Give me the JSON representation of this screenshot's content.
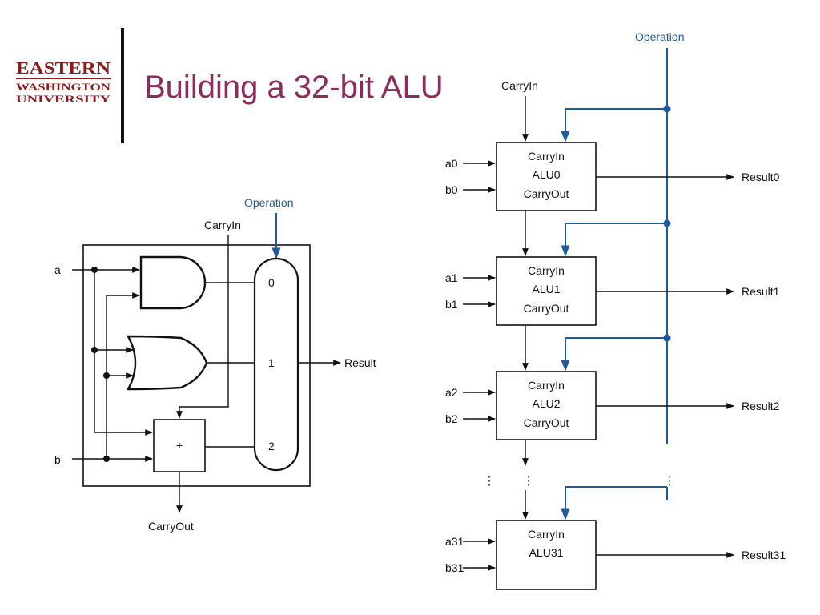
{
  "logo": {
    "line1": "EASTERN",
    "line2": "WASHINGTON",
    "line3": "UNIVERSITY"
  },
  "slide_title": "Building a 32-bit ALU",
  "one_bit_alu": {
    "operation": "Operation",
    "carry_in": "CarryIn",
    "input_a": "a",
    "input_b": "b",
    "mux_inputs": [
      "0",
      "1",
      "2"
    ],
    "adder_symbol": "+",
    "result": "Result",
    "carry_out": "CarryOut"
  },
  "ripple_alu": {
    "operation": "Operation",
    "carry_in": "CarryIn",
    "ellipsis": "⋮",
    "stages": [
      {
        "a": "a0",
        "b": "b0",
        "line1": "CarryIn",
        "line2": "ALU0",
        "line3": "CarryOut",
        "result": "Result0"
      },
      {
        "a": "a1",
        "b": "b1",
        "line1": "CarryIn",
        "line2": "ALU1",
        "line3": "CarryOut",
        "result": "Result1"
      },
      {
        "a": "a2",
        "b": "b2",
        "line1": "CarryIn",
        "line2": "ALU2",
        "line3": "CarryOut",
        "result": "Result2"
      },
      {
        "a": "a31",
        "b": "b31",
        "line1": "CarryIn",
        "line2": "ALU31",
        "line3": "",
        "result": "Result31"
      }
    ]
  },
  "colors": {
    "title": "#8e2a5c",
    "logo": "#8b1c1c",
    "operation_bus": "#1f5a9a",
    "wire": "#111111"
  }
}
